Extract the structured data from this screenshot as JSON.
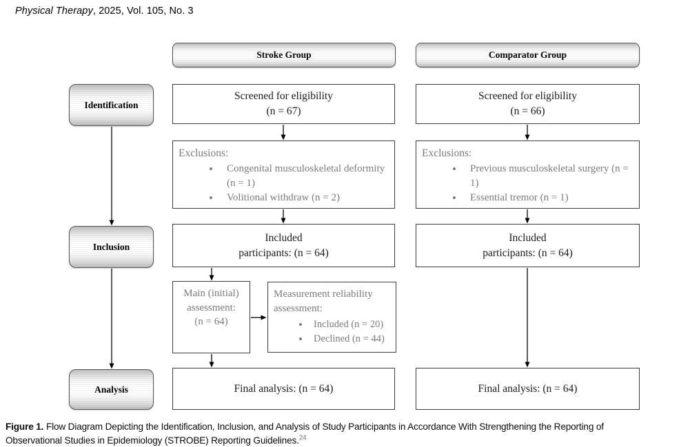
{
  "page_header": {
    "journal_title": "Physical Therapy",
    "issue_info": ", 2025, Vol. 105, No. 3"
  },
  "group_headers": {
    "stroke": "Stroke Group",
    "comparator": "Comparator Group"
  },
  "stage_labels": {
    "identification": "Identification",
    "inclusion": "Inclusion",
    "analysis": "Analysis"
  },
  "stroke_column": {
    "screened": {
      "line1": "Screened for eligibility",
      "line2": "(n = 67)"
    },
    "exclusions": {
      "title": "Exclusions:",
      "items": [
        "Congenital musculoskeletal deformity (n = 1)",
        "Volitional withdraw (n = 2)"
      ]
    },
    "included": {
      "line1": "Included",
      "line2": "participants: (n = 64)"
    },
    "main_assessment": {
      "line1": "Main (initial)",
      "line2": "assessment:",
      "line3": "(n = 64)"
    },
    "reliability": {
      "line1": "Measurement reliability",
      "line2": "assessment:",
      "items": [
        "Included (n = 20)",
        "Declined (n = 44)"
      ]
    },
    "final": {
      "text": "Final analysis: (n = 64)"
    }
  },
  "comparator_column": {
    "screened": {
      "line1": "Screened for eligibility",
      "line2": "(n = 66)"
    },
    "exclusions": {
      "title": "Exclusions:",
      "items": [
        "Previous musculoskeletal surgery (n = 1)",
        "Essential tremor (n = 1)"
      ]
    },
    "included": {
      "line1": "Included",
      "line2": "participants: (n = 64)"
    },
    "final": {
      "text": "Final analysis: (n = 64)"
    }
  },
  "caption": {
    "label": "Figure 1.",
    "line1": " Flow Diagram Depicting the Identification, Inclusion, and Analysis of Study Participants in Accordance With Strengthening the Reporting of",
    "line2": "Observational Studies in Epidemiology (STROBE) Reporting Guidelines.",
    "reference": "24"
  },
  "colors": {
    "box_border": "#3c3c3c",
    "muted_text": "#7b7b7b",
    "text": "#1a1a1a",
    "reference_link": "#54739e"
  }
}
